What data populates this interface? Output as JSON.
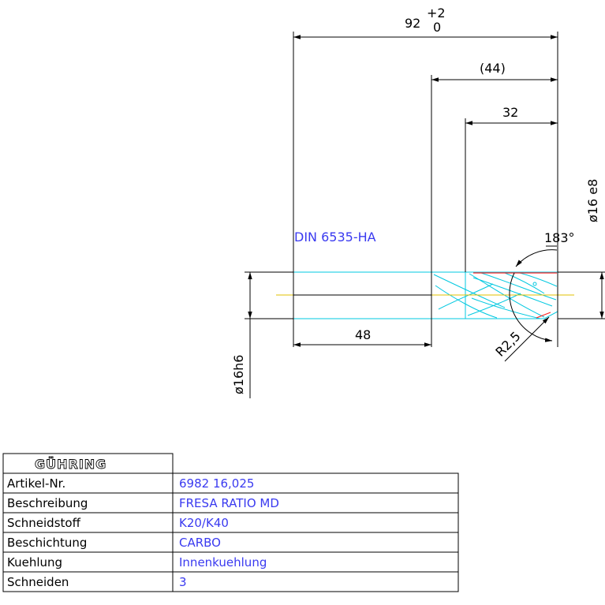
{
  "drawing": {
    "dims": {
      "overall_length": "92",
      "overall_tol_upper": "+2",
      "overall_tol_lower": "0",
      "flute_ref_length": "(44)",
      "cut_length": "32",
      "shank_length": "48",
      "cut_diameter": "ø16 e8",
      "shank_diameter": "ø16h6",
      "point_angle": "183°",
      "corner_radius": "R2,5"
    },
    "standard_label": "DIN 6535-HA"
  },
  "title_block": {
    "brand": "GÜHRING",
    "rows": [
      {
        "label": "Artikel-Nr.",
        "value": "6982 16,025"
      },
      {
        "label": "Beschreibung",
        "value": "FRESA RATIO MD"
      },
      {
        "label": "Schneidstoff",
        "value": "K20/K40"
      },
      {
        "label": "Beschichtung",
        "value": "CARBO"
      },
      {
        "label": "Kuehlung",
        "value": "Innenkuehlung"
      },
      {
        "label": "Schneiden",
        "value": "3"
      }
    ]
  },
  "colors": {
    "line": "#000000",
    "tool_outline": "#00c8e0",
    "annotation_text": "#3a3af0",
    "center_line": "#e0c000",
    "edge_highlight": "#ff2020"
  }
}
